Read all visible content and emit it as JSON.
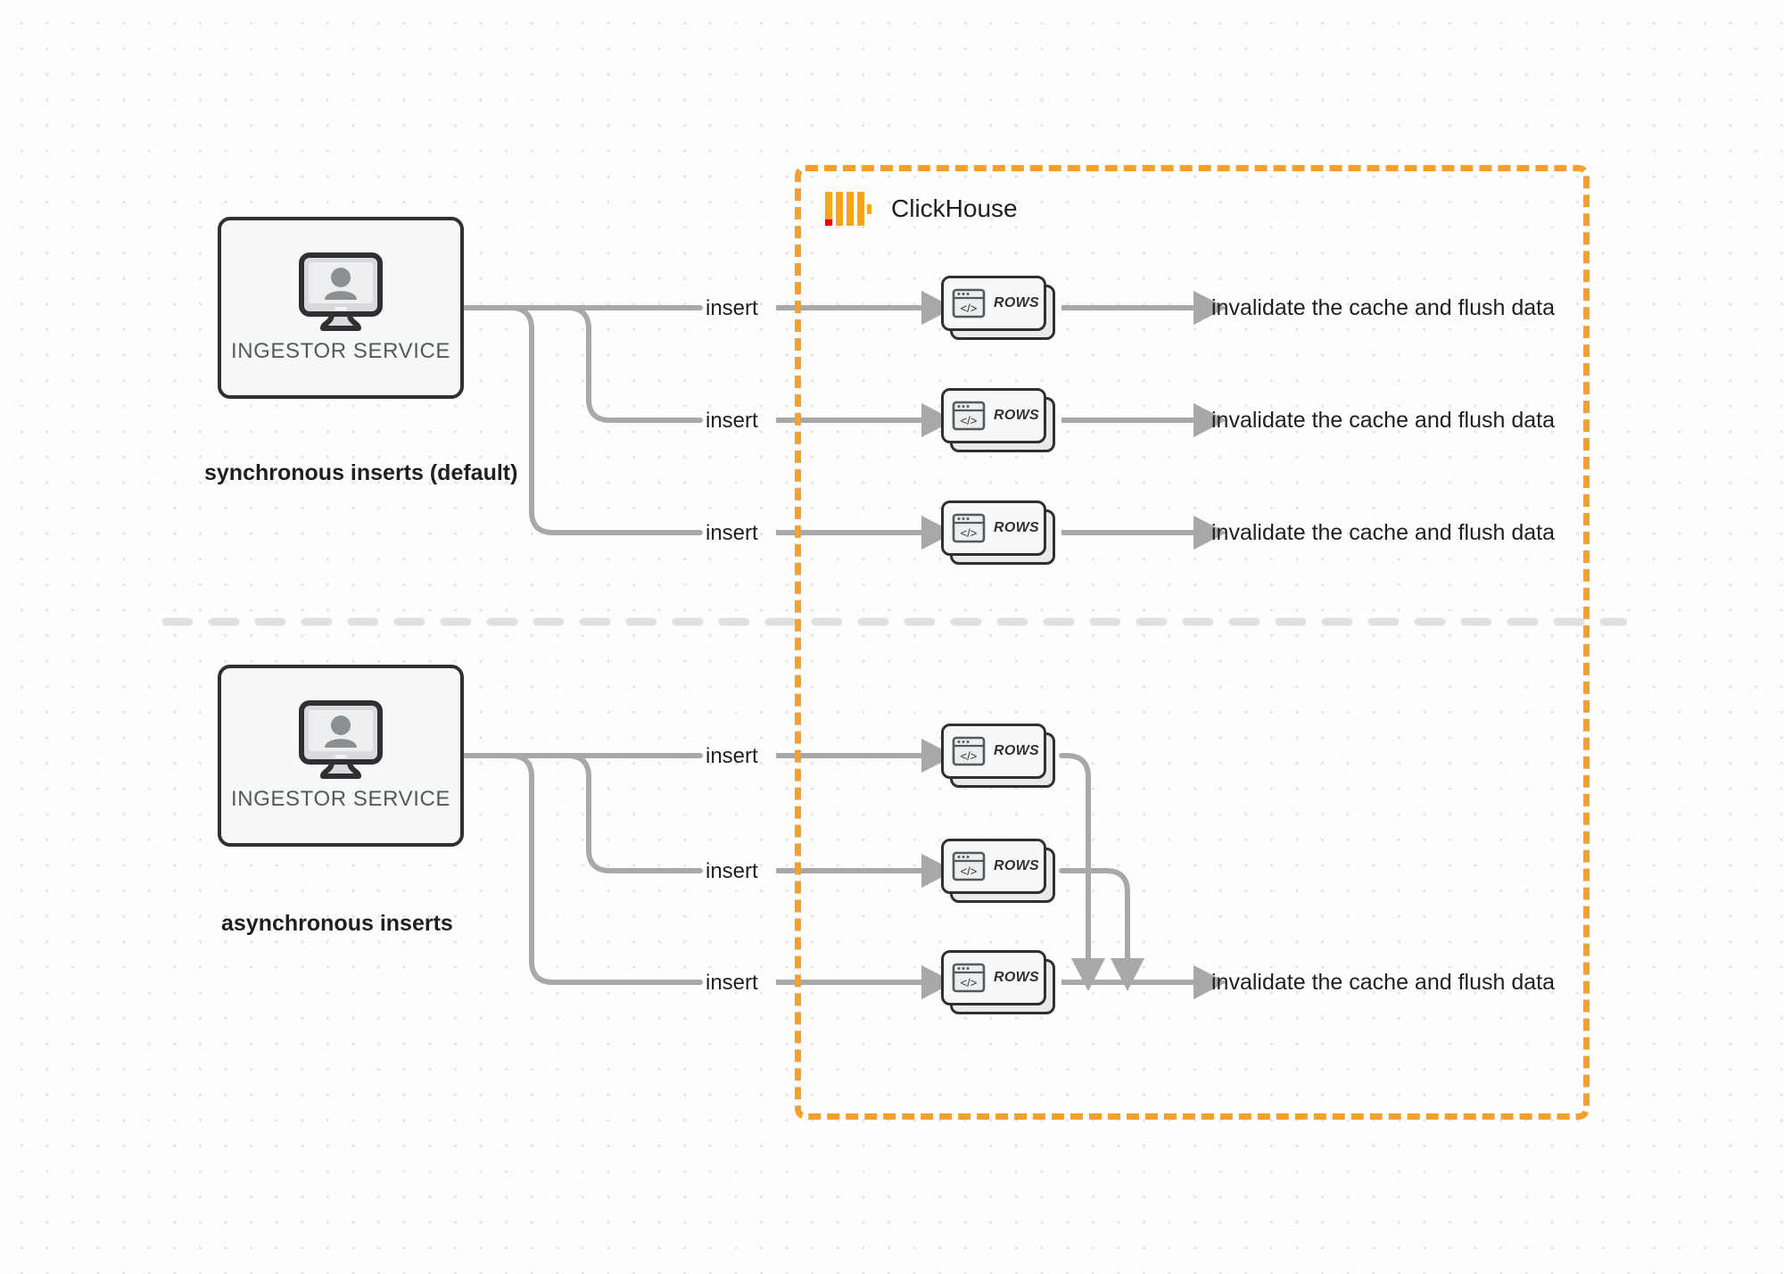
{
  "diagram": {
    "title": "ClickHouse synchronous vs asynchronous inserts",
    "colors": {
      "boundary": "#f5a02d",
      "logo_orange": "#faa41a",
      "logo_red": "#f00000",
      "edge": "#a8a8a8",
      "node_stroke": "#2e3033",
      "node_fill": "#f7f9f9",
      "text": "#1d1f21",
      "muted_text": "#55595c",
      "divider": "#e0e0e0",
      "background": "#fdfdfd",
      "dot_grid": "#e3e3e3"
    }
  },
  "clickhouse": {
    "brand_name": "ClickHouse",
    "logo_name": "clickhouse-logo"
  },
  "sections": [
    {
      "id": "synchronous",
      "caption": "synchronous inserts (default)",
      "source": {
        "label": "INGESTOR SERVICE",
        "icon": "monitor-user-icon"
      },
      "flows": [
        {
          "edge_label": "insert",
          "target": "ROWS",
          "outcome": "invalidate the cache and flush data"
        },
        {
          "edge_label": "insert",
          "target": "ROWS",
          "outcome": "invalidate the cache and flush data"
        },
        {
          "edge_label": "insert",
          "target": "ROWS",
          "outcome": "invalidate the cache and flush data"
        }
      ]
    },
    {
      "id": "asynchronous",
      "caption": "asynchronous inserts",
      "source": {
        "label": "INGESTOR SERVICE",
        "icon": "monitor-user-icon"
      },
      "flows": [
        {
          "edge_label": "insert",
          "target": "ROWS",
          "outcome": null
        },
        {
          "edge_label": "insert",
          "target": "ROWS",
          "outcome": null
        },
        {
          "edge_label": "insert",
          "target": "ROWS",
          "outcome": "invalidate the cache and flush data"
        }
      ],
      "merged_outcome": "invalidate the cache and flush data"
    }
  ],
  "labels": {
    "rows_card": "ROWS",
    "insert": "insert",
    "outcome": "invalidate the cache and flush data",
    "ingestor": "INGESTOR SERVICE",
    "sync_caption": "synchronous inserts (default)",
    "async_caption": "asynchronous inserts"
  }
}
